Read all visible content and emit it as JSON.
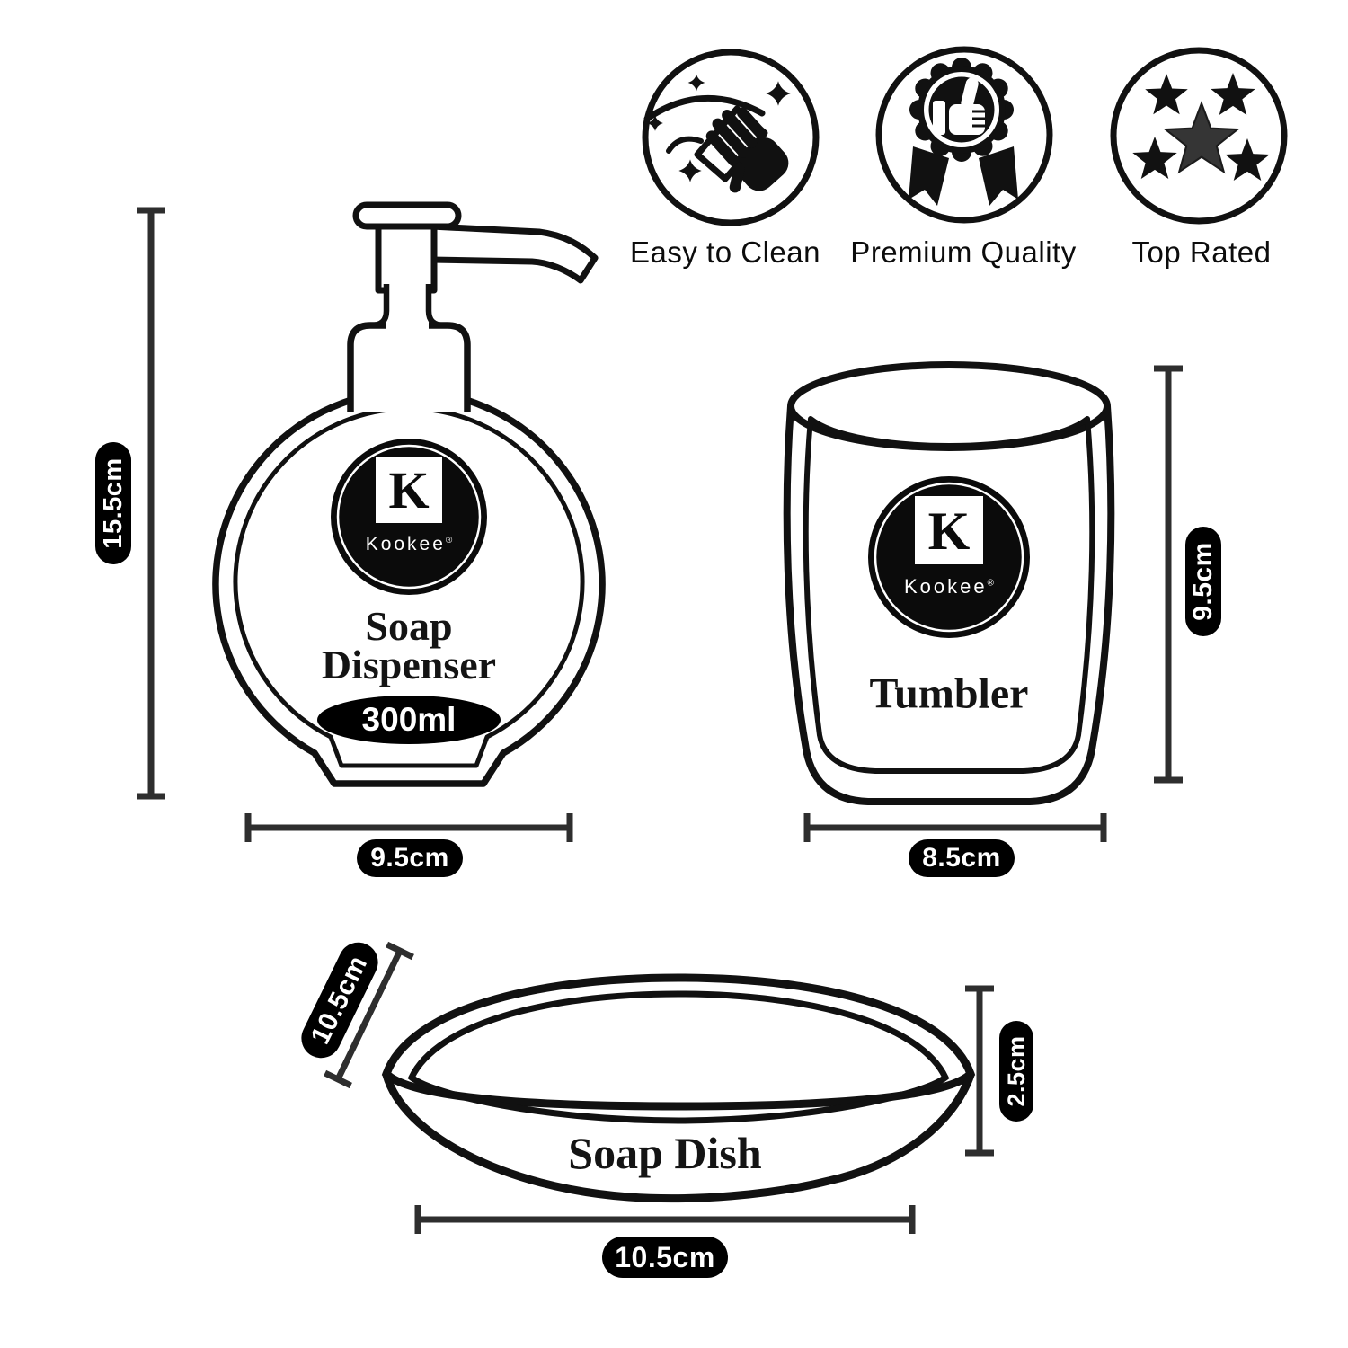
{
  "brand": {
    "name": "Kookee",
    "reg": "®",
    "initial": "K"
  },
  "badges": [
    {
      "label": "Easy to Clean",
      "icon": "sparkle-hand-icon"
    },
    {
      "label": "Premium Quality",
      "icon": "ribbon-thumbs-up-icon"
    },
    {
      "label": "Top Rated",
      "icon": "five-stars-icon"
    }
  ],
  "products": {
    "soap_dispenser": {
      "name_line1": "Soap",
      "name_line2": "Dispenser",
      "capacity": "300ml",
      "dimensions": {
        "height": "15.5cm",
        "width": "9.5cm"
      }
    },
    "tumbler": {
      "name": "Tumbler",
      "dimensions": {
        "height": "9.5cm",
        "width": "8.5cm"
      }
    },
    "soap_dish": {
      "name": "Soap Dish",
      "dimensions": {
        "top": "10.5cm",
        "height": "2.5cm",
        "width": "10.5cm"
      }
    }
  },
  "colors": {
    "line": "#111111",
    "dimension_line": "#2e2e2e",
    "pill_bg": "#000000",
    "pill_text": "#ffffff",
    "center_star": "#353535"
  }
}
